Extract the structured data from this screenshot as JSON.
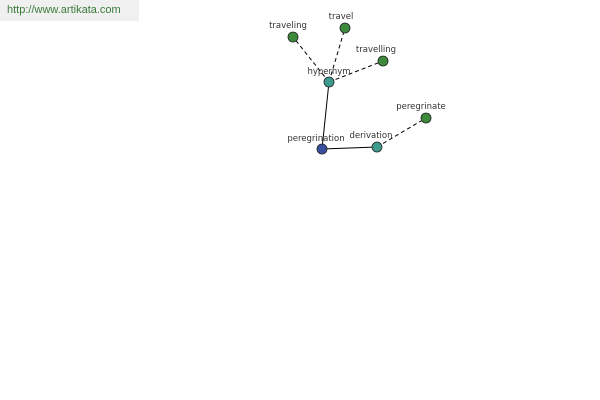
{
  "source": {
    "url": "http://www.artikata.com"
  },
  "colors": {
    "root_node": "#3a4fa0",
    "relation_node": "#3d9a8c",
    "word_node": "#3d8a3d",
    "banner_text": "#3a7a3a"
  },
  "graph": {
    "nodes": [
      {
        "id": "peregrination",
        "label": "peregrination",
        "kind": "root"
      },
      {
        "id": "hypernym",
        "label": "hypernym",
        "kind": "relation"
      },
      {
        "id": "derivation",
        "label": "derivation",
        "kind": "relation"
      },
      {
        "id": "traveling",
        "label": "traveling",
        "kind": "word"
      },
      {
        "id": "travel",
        "label": "travel",
        "kind": "word"
      },
      {
        "id": "travelling",
        "label": "travelling",
        "kind": "word"
      },
      {
        "id": "peregrinate",
        "label": "peregrinate",
        "kind": "word"
      }
    ],
    "edges": [
      {
        "from": "peregrination",
        "to": "hypernym",
        "style": "solid"
      },
      {
        "from": "peregrination",
        "to": "derivation",
        "style": "solid"
      },
      {
        "from": "hypernym",
        "to": "traveling",
        "style": "dashed"
      },
      {
        "from": "hypernym",
        "to": "travel",
        "style": "dashed"
      },
      {
        "from": "hypernym",
        "to": "travelling",
        "style": "dashed"
      },
      {
        "from": "derivation",
        "to": "peregrinate",
        "style": "dashed"
      }
    ]
  }
}
